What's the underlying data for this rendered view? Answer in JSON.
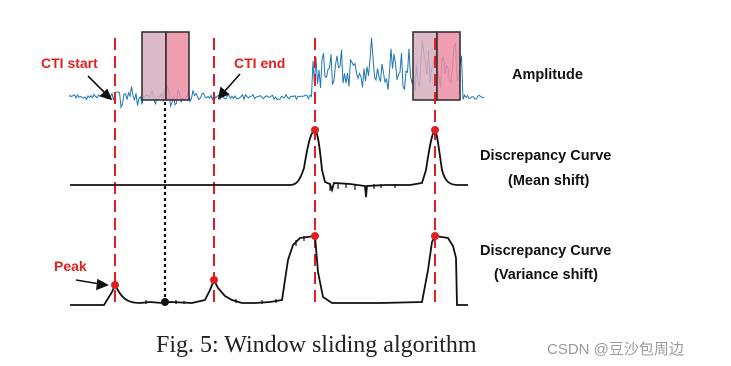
{
  "colors": {
    "signal": "#1f77b4",
    "marker": "#e02020",
    "window_fill": "#e68aa4",
    "curve": "#111111"
  },
  "labels": {
    "cti_start": "CTI start",
    "cti_end": "CTI end",
    "peak": "Peak",
    "amplitude": "Amplitude",
    "mean_line1": "Discrepancy Curve",
    "mean_line2": "(Mean shift)",
    "var_line1": "Discrepancy Curve",
    "var_line2": "(Variance shift)"
  },
  "caption": "Fig. 5: Window sliding algorithm",
  "watermark": "CSDN @豆沙包周边"
}
